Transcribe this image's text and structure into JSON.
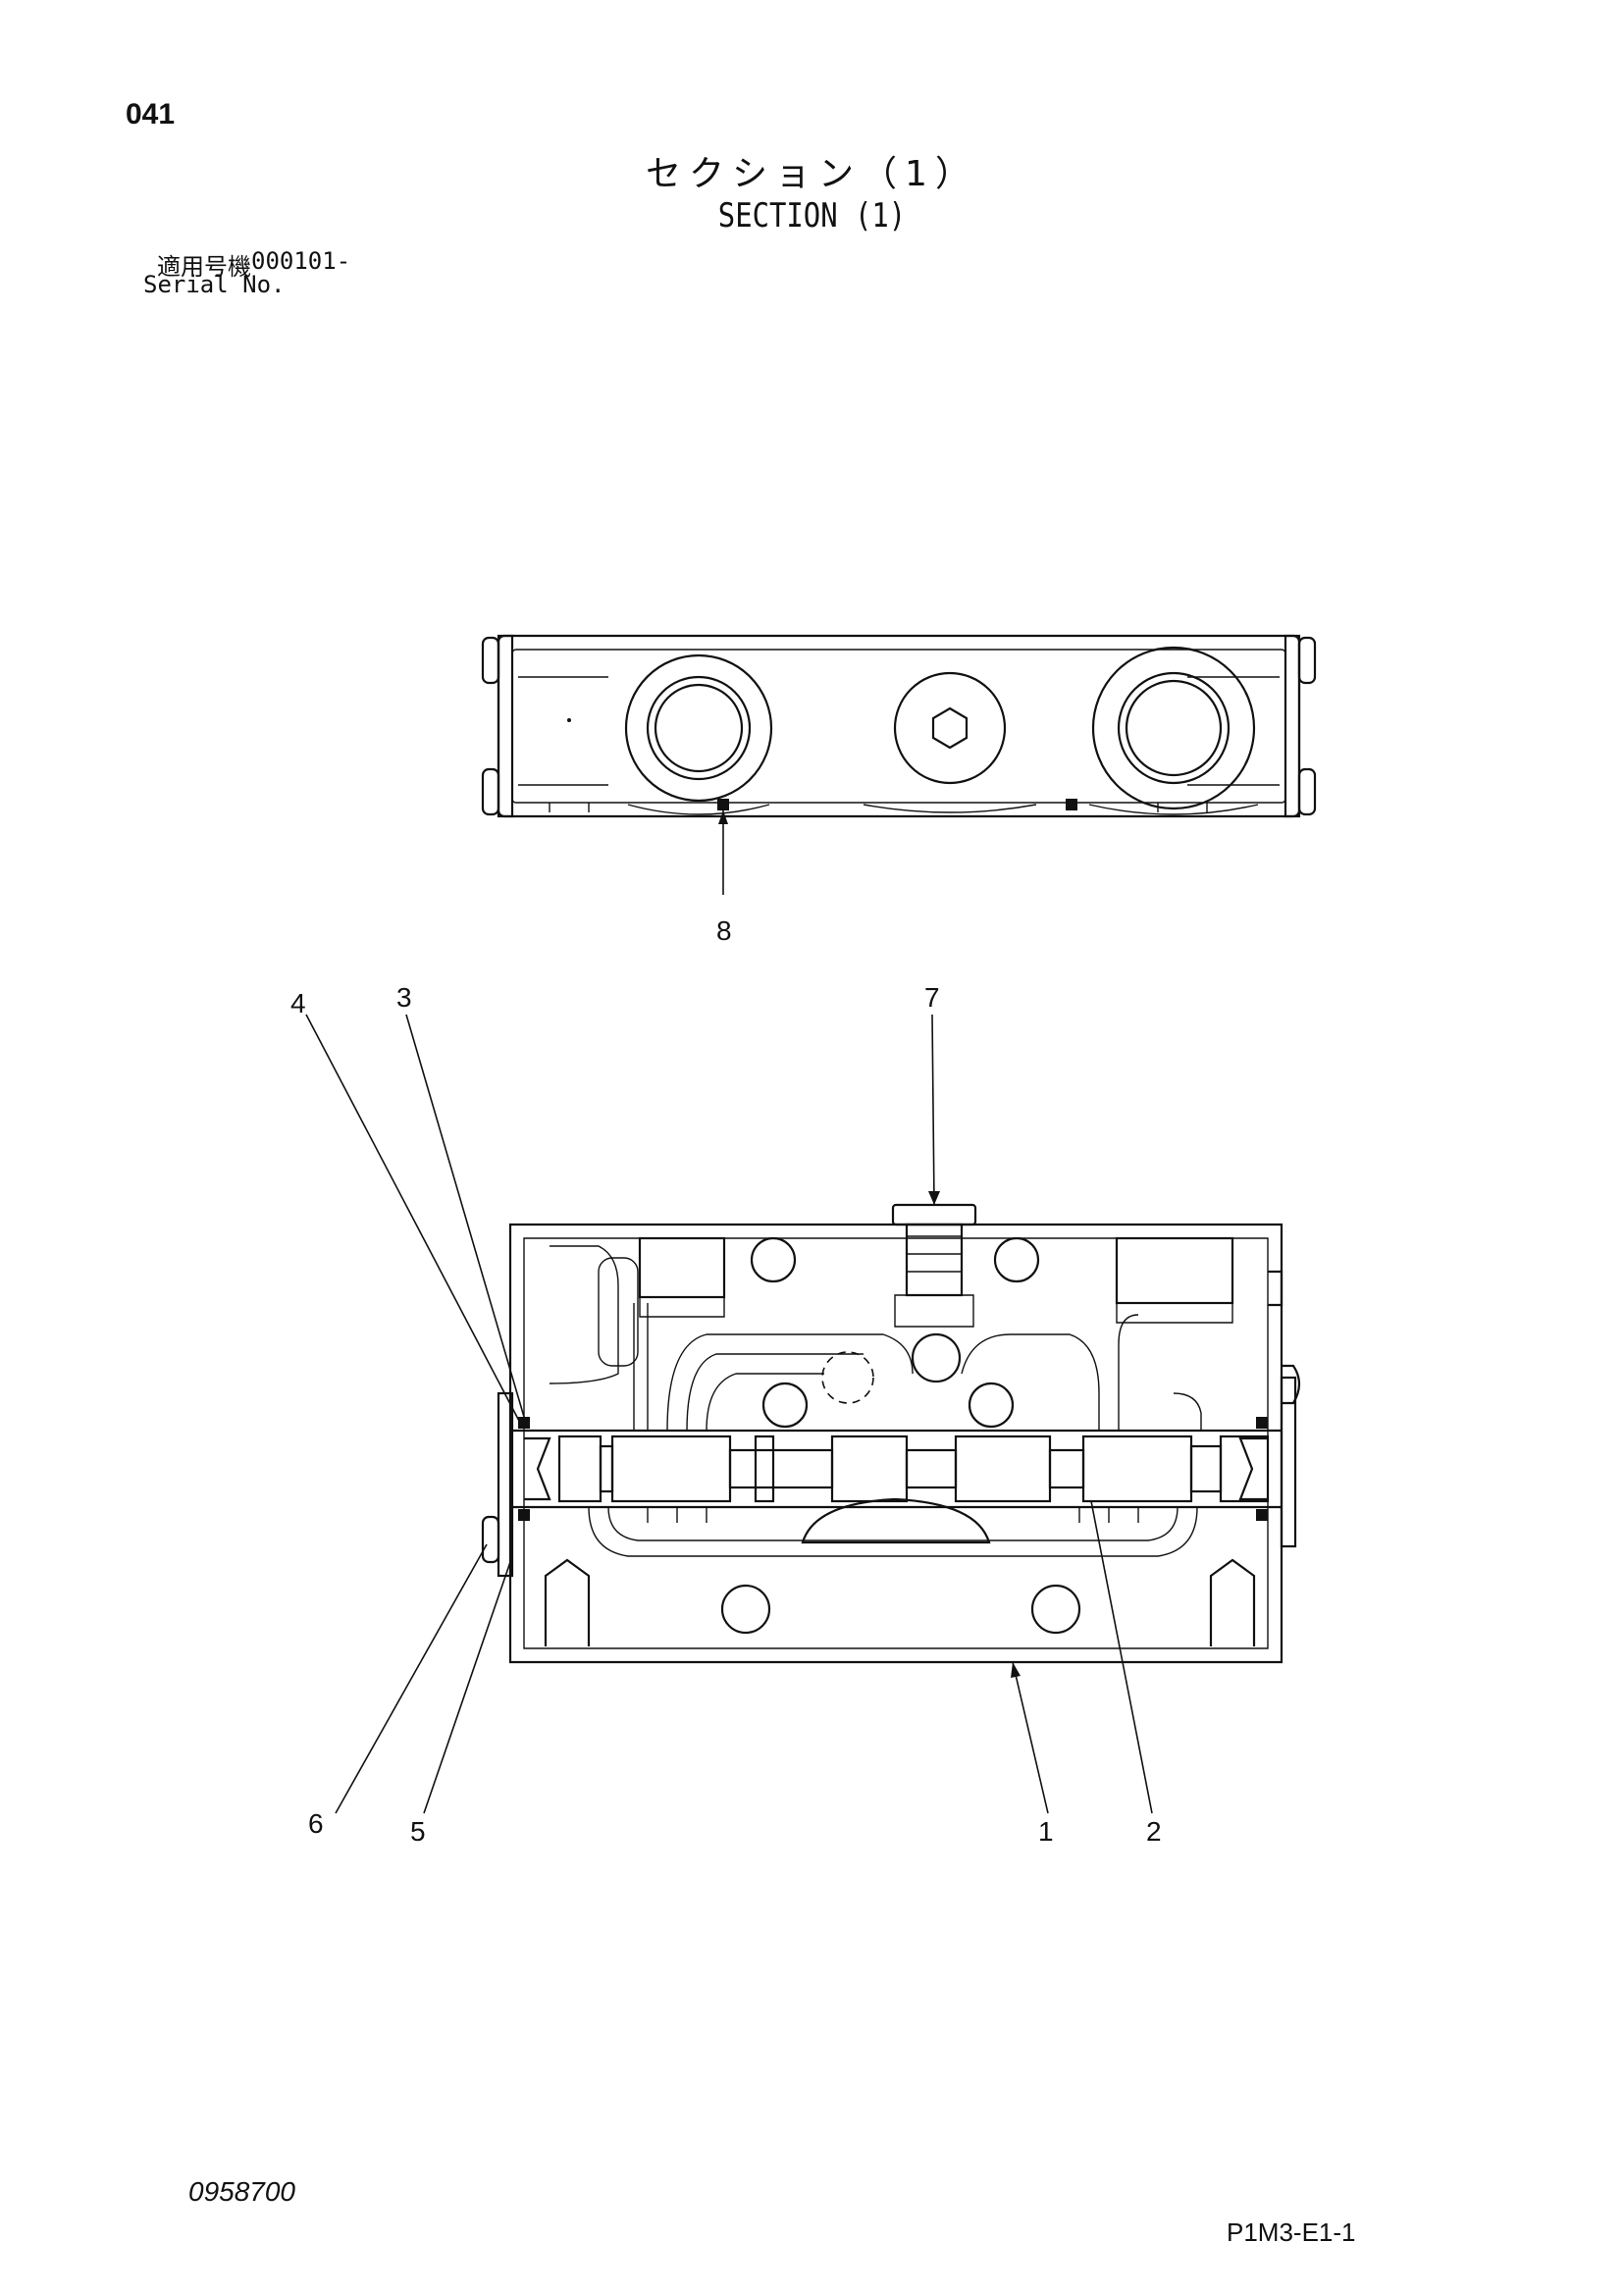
{
  "header": {
    "page_number": "041",
    "title_jp": "セクション（1）",
    "title_en": "SECTION (1)",
    "serial_label_jp": "適用号機",
    "serial_value": "000101-",
    "serial_label_en": "Serial No."
  },
  "footer": {
    "document_number": "0958700",
    "page_code": "P1M3-E1-1"
  },
  "callouts": [
    "1",
    "2",
    "3",
    "4",
    "5",
    "6",
    "7",
    "8"
  ]
}
